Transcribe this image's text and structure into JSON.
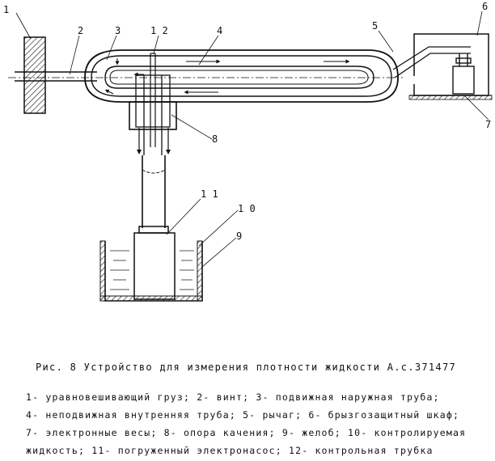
{
  "labels": {
    "l1": "1",
    "l2": "2",
    "l3": "3",
    "l12": "1 2",
    "l4": "4",
    "l5": "5",
    "l6": "6",
    "l7": "7",
    "l8": "8",
    "l11": "1 1",
    "l10": "1 0",
    "l9": "9"
  },
  "caption": "Рис. 8 Устройство для измерения плотности жидкости А.с.371477",
  "legend": [
    "1- уравновешивающий груз; 2- винт; 3- подвижная наружная труба;",
    "4- неподвижная внутренняя труба; 5- рычаг; 6- брызгозащитный шкаф;",
    "7- электронные весы; 8- опора качения; 9- желоб; 10- контролируемая",
    "жидкость; 11- погруженный электронасос; 12- контрольная трубка"
  ],
  "colors": {
    "ink": "#111111",
    "liquid": "#555555",
    "background": "#ffffff"
  }
}
